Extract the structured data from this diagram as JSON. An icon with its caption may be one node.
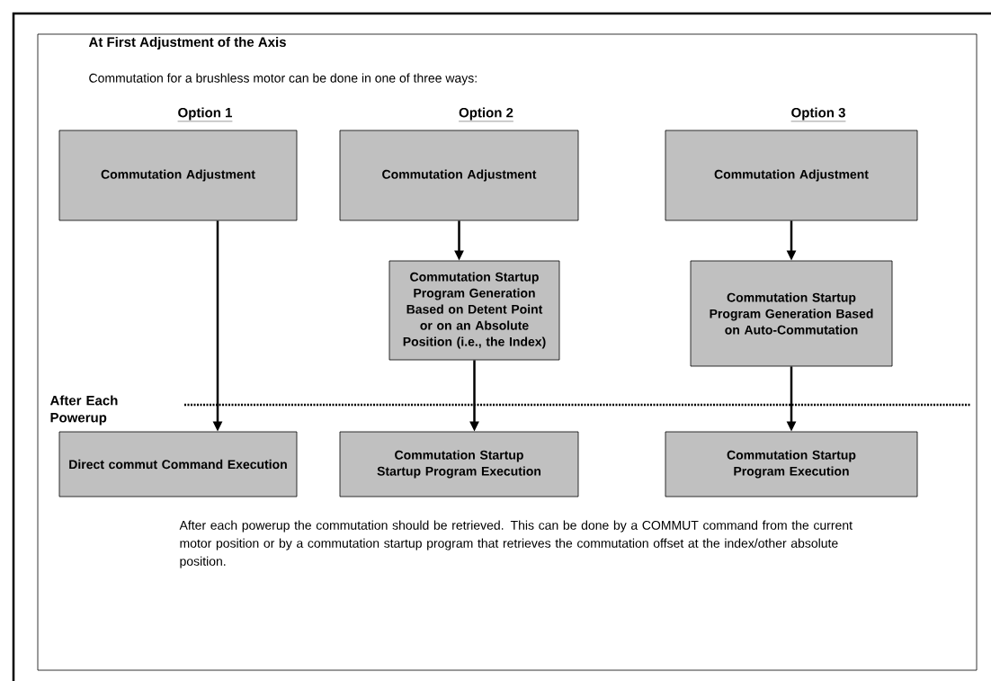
{
  "diagram": {
    "title": "At First Adjustment of the Axis",
    "nodes": [
      {
        "text": [
          "Option 1",
          "Commutation Adjustment"
        ]
      },
      {
        "text": [
          "Option 2",
          "Commutation Adjustment"
        ]
      },
      {
        "text": [
          "Option 3",
          "Commutation Adjustment"
        ]
      },
      {
        "text": [
          "Commutation Startup Program Generation Based on Detent Point or on an Absolute Position (i.e., the Index)"
        ]
      },
      {
        "text": [
          "Commutation Startup Program Generation Based on Auto-Commutation"
        ]
      },
      {
        "text": [
          "Direct commut Command Execution"
        ]
      },
      {
        "text": [
          "Commutation Startup Startup Program Execution"
        ]
      },
      {
        "text": [
          "Commutation Startup Program Execution"
        ]
      }
    ],
    "edges": [
      {
        "from": 0,
        "to": 5,
        "arrow": "to"
      },
      {
        "from": 1,
        "to": 3,
        "arrow": "to"
      },
      {
        "from": 3,
        "to": 6,
        "arrow": "to"
      },
      {
        "from": 2,
        "to": 4,
        "arrow": "to"
      },
      {
        "from": 4,
        "to": 7,
        "arrow": "to"
      }
    ],
    "labels": [
      "Commutation for a brushless motor can be done in one of three ways:",
      "After Each Powerup",
      "After each powerup the commutation should be retrieved. This can be done by a COMMUT command from the current motor position or by a commutation startup program that retrieves the commutation offset at the index/other absolute position."
    ]
  }
}
